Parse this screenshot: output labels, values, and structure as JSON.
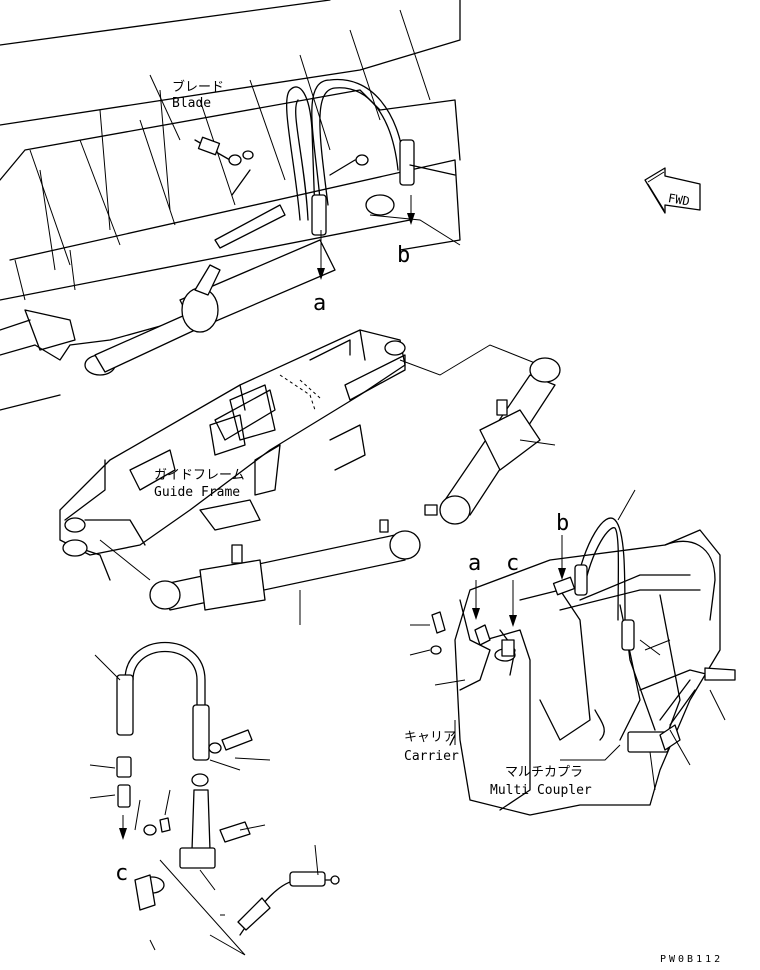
{
  "labels": {
    "blade_jp": "ブレード",
    "blade_en": "Blade",
    "guide_frame_jp": "ガイドフレーム",
    "guide_frame_en": "Guide Frame",
    "carrier_jp": "キャリア",
    "carrier_en": "Carrier",
    "multi_coupler_jp": "マルチカプラ",
    "multi_coupler_en": "Multi Coupler",
    "fwd": "FWD"
  },
  "callouts": {
    "a": "a",
    "b": "b",
    "c": "c"
  },
  "drawing_code": "PW0B112"
}
